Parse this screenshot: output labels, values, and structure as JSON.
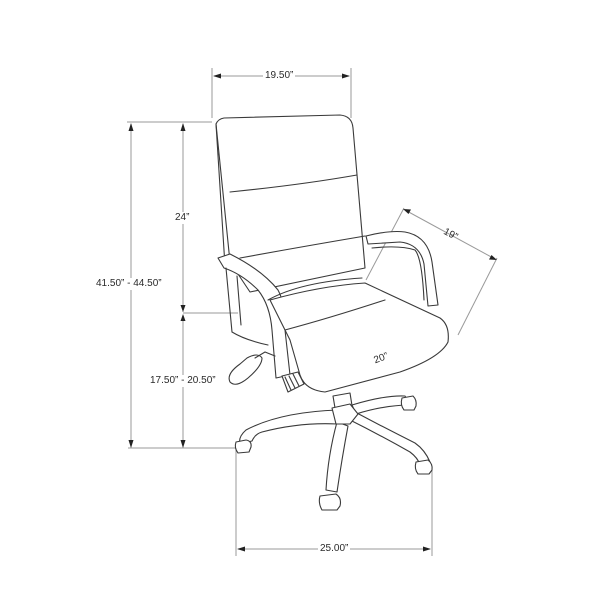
{
  "diagram": {
    "subject": "Office chair dimension drawing",
    "dimensions": {
      "overall_width": "19.50”",
      "backrest_height": "24”",
      "overall_height": "41.50” - 44.50”",
      "seat_height": "17.50” - 20.50”",
      "seat_depth": "19”",
      "seat_width": "20”",
      "base_width": "25.00”"
    },
    "colors": {
      "line": "#3a3a3a",
      "dimension_line": "#9a9a9a",
      "background": "#ffffff"
    }
  }
}
